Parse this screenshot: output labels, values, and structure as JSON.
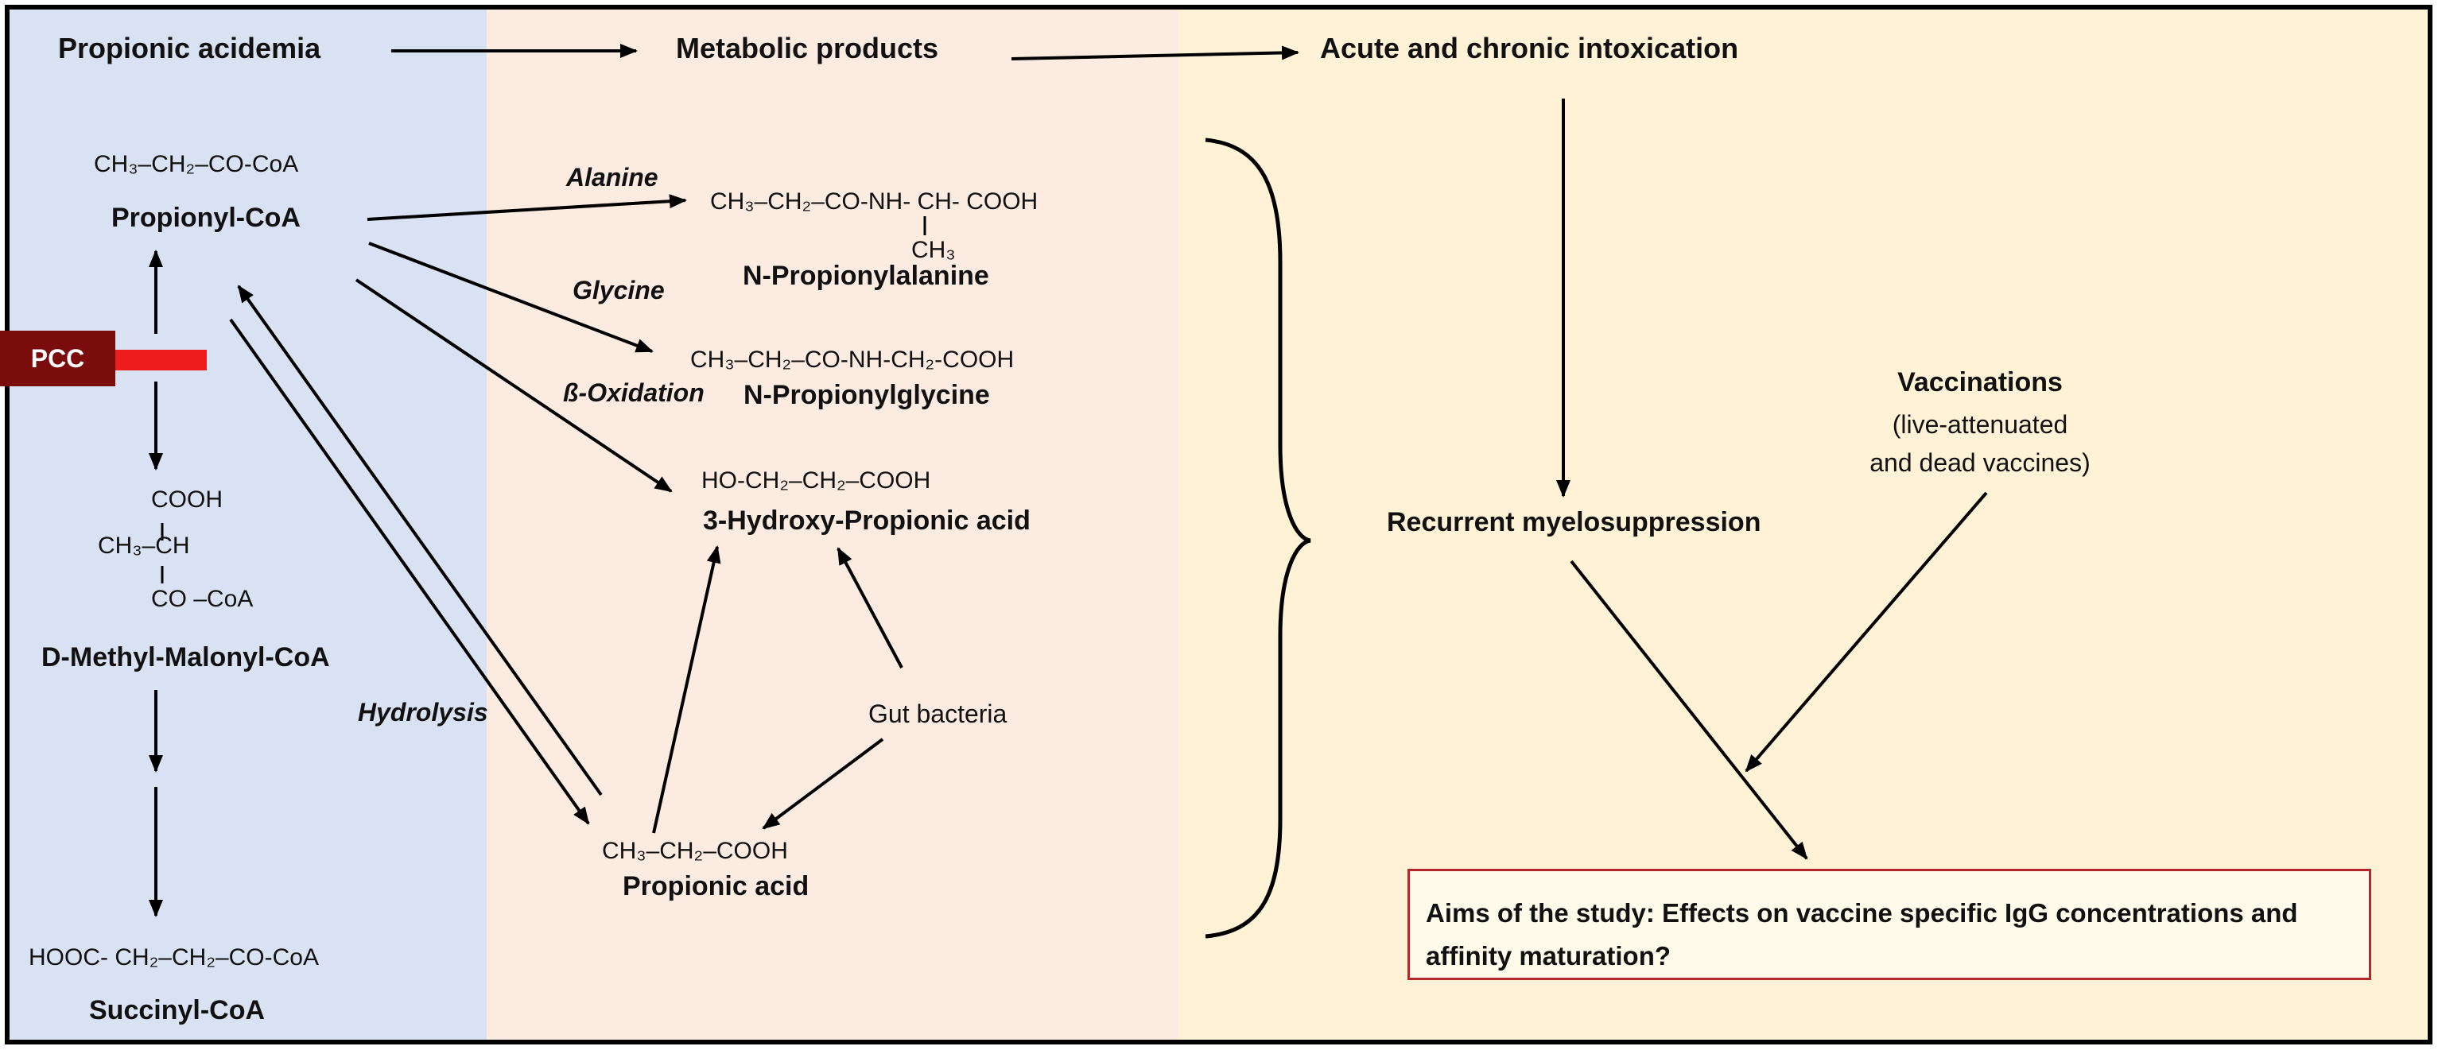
{
  "headers": {
    "col1": "Propionic acidemia",
    "col2": "Metabolic products",
    "col3": "Acute and chronic intoxication"
  },
  "left": {
    "propionyl_formula": "CH₃–CH₂–CO-CoA",
    "propionyl_name": "Propionyl-CoA",
    "pcc_label": "PCC",
    "methylmalonyl_formula_line1": "COOH",
    "methylmalonyl_formula_line2": "CH₃–CH",
    "methylmalonyl_formula_line3": "CO –CoA",
    "methylmalonyl_name": "D-Methyl-Malonyl-CoA",
    "succinyl_formula": "HOOC- CH₂–CH₂–CO-CoA",
    "succinyl_name": "Succinyl-CoA"
  },
  "middle": {
    "alanine_label": "Alanine",
    "propionylalanine_formula": "CH₃–CH₂–CO-NH- CH- COOH",
    "propionylalanine_methyl": "CH₃",
    "propionylalanine_name": "N-Propionylalanine",
    "glycine_label": "Glycine",
    "propionylglycine_formula": "CH₃–CH₂–CO-NH-CH₂-COOH",
    "propionylglycine_name": "N-Propionylglycine",
    "beta_oxidation_label": "ß-Oxidation",
    "hydroxypropionic_formula": "HO-CH₂–CH₂–COOH",
    "hydroxypropionic_name": "3-Hydroxy-Propionic acid",
    "hydrolysis_label": "Hydrolysis",
    "gut_bacteria_label": "Gut bacteria",
    "propionic_acid_formula": "CH₃–CH₂–COOH",
    "propionic_acid_name": "Propionic acid"
  },
  "right": {
    "vaccinations_title": "Vaccinations",
    "vaccinations_sub1": "(live-attenuated",
    "vaccinations_sub2": "and dead vaccines)",
    "myelosuppression": "Recurrent myelosuppression",
    "aims": "Aims of the study: Effects on vaccine specific IgG concentrations and affinity maturation?"
  },
  "colors": {
    "col1_bg": "#d9e2f3",
    "col2_bg": "#fcebe1",
    "col3_bg": "#fff2d6",
    "pcc_box": "#7b0c0c",
    "pcc_bar": "#ee1c1c",
    "aims_border": "#b3282d"
  }
}
